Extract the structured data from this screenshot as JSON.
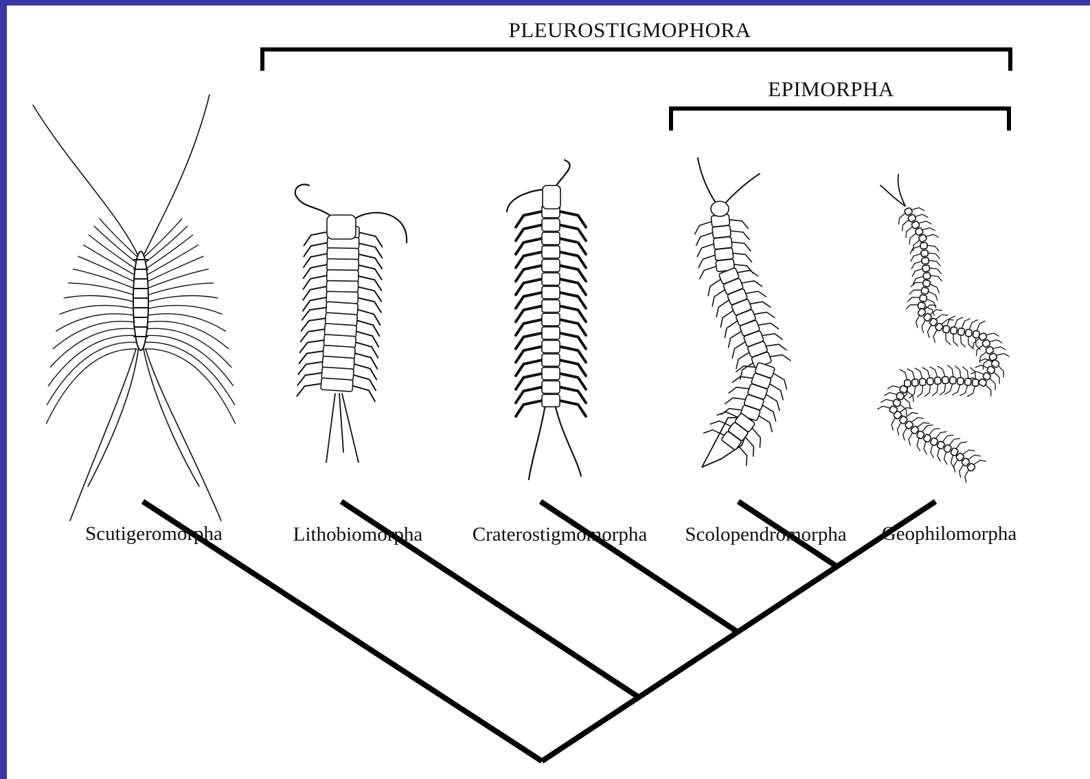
{
  "clades": {
    "outer": "PLEUROSTIGMOPHORA",
    "inner": "EPIMORPHA"
  },
  "taxa": [
    "Scutigeromorpha",
    "Lithobiomorpha",
    "Craterostigmomorpha",
    "Scolopendromorpha",
    "Geophilomorpha"
  ],
  "colors": {
    "frame": "#3a3aa6",
    "background": "#ffffff",
    "ink": "#000000"
  }
}
